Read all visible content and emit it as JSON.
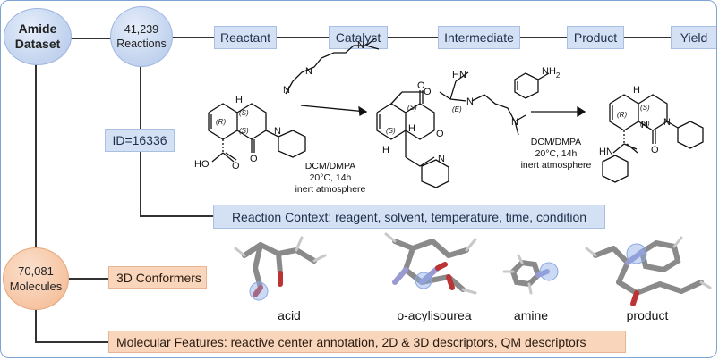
{
  "dataset": {
    "title_line1": "Amide",
    "title_line2": "Dataset"
  },
  "reactions": {
    "count": "41,239",
    "label": "Reactions"
  },
  "molecules": {
    "count": "70,081",
    "label": "Molecules"
  },
  "stages": [
    "Reactant",
    "Catalyst",
    "Intermediate",
    "Product",
    "Yield"
  ],
  "reaction_id": "ID=16336",
  "conditions": {
    "step1": [
      "DCM/DMPA",
      "20°C, 14h",
      "inert atmosphere"
    ],
    "step2": [
      "DCM/DMPA",
      "20°C, 14h",
      "inert atmosphere"
    ]
  },
  "atom_labels": {
    "nh2": "NH",
    "nh2_sub": "2",
    "n": "N",
    "o": "O",
    "ho": "HO",
    "h": "H",
    "hn": "HN",
    "r": "(R)",
    "s": "(S)",
    "e": "(E)"
  },
  "reaction_context": "Reaction Context: reagent, solvent, temperature, time, condition",
  "conformers_label": "3D Conformers",
  "conformer_names": [
    "acid",
    "o-acylisourea",
    "amine",
    "product"
  ],
  "molecular_features": "Molecular Features: reactive center annotation, 2D & 3D descriptors, QM descriptors",
  "colors": {
    "blue_box": "#d4e0f4",
    "orange_box": "#f9d5bb",
    "blue_circle": "#c6d6f0",
    "orange_circle": "#f6c4a2"
  }
}
